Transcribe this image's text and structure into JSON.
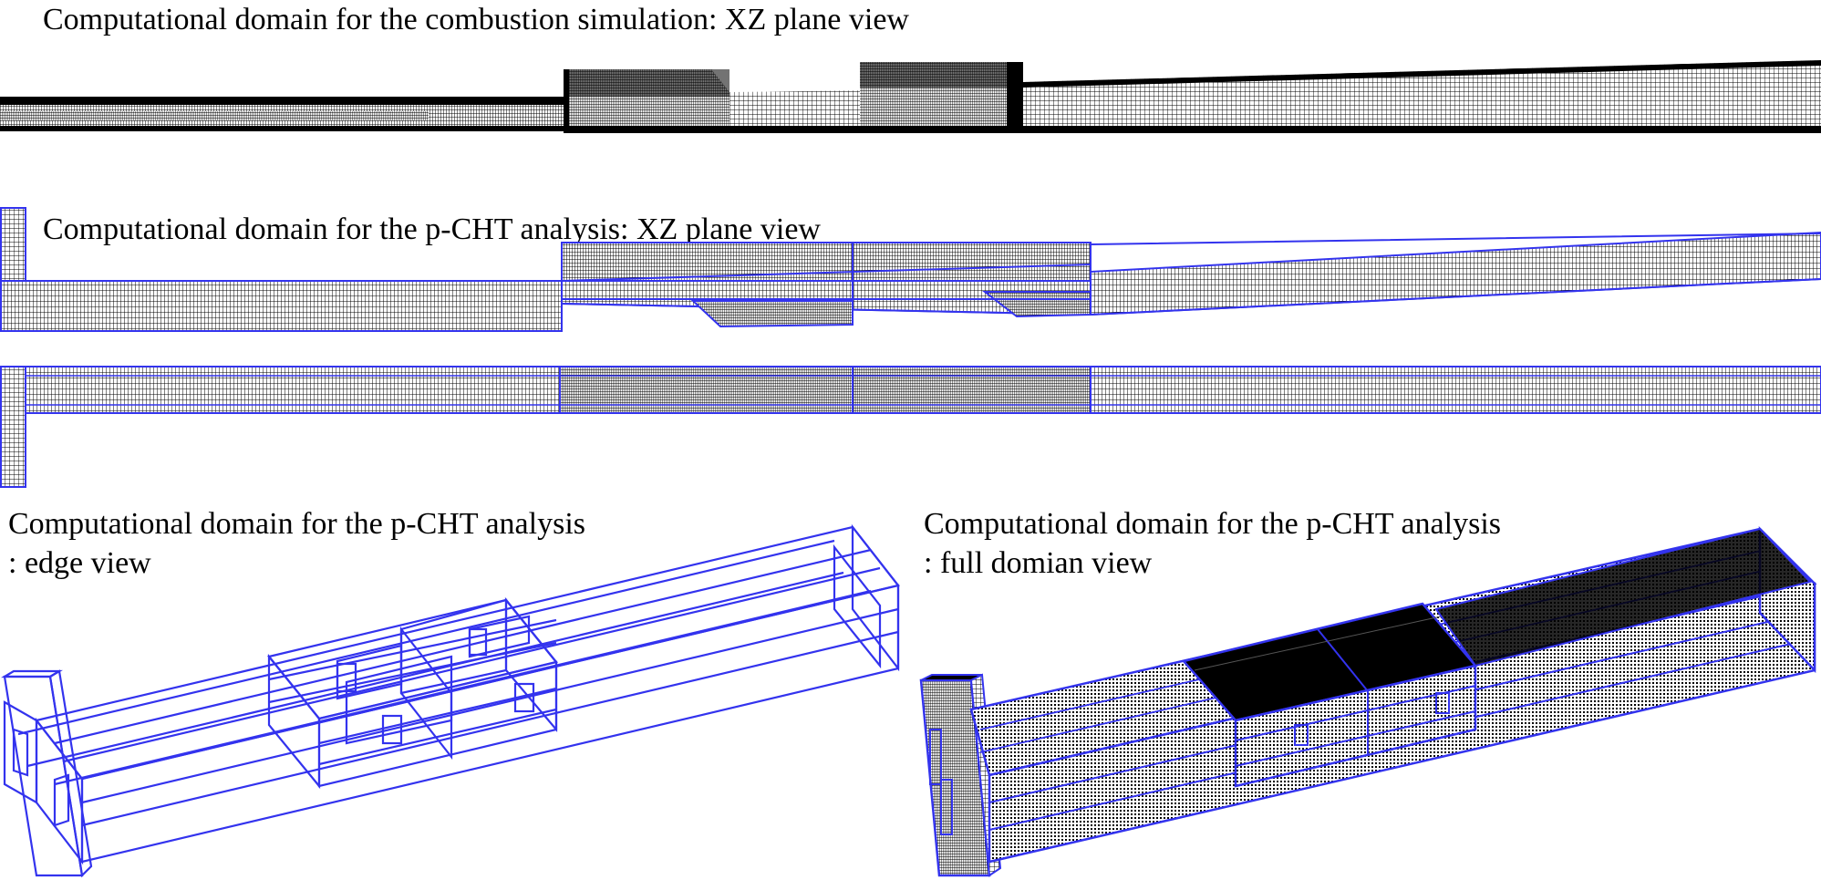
{
  "panels": {
    "combustion": {
      "title": "Computational domain for the combustion simulation: XZ plane view"
    },
    "pcht_xz": {
      "title": "Computational domain for the p-CHT analysis: XZ plane view"
    },
    "edge": {
      "title_line1": "Computational domain for the p-CHT analysis",
      "title_line2": ": edge view"
    },
    "full": {
      "title_line1": "Computational domain for the p-CHT analysis",
      "title_line2": ": full domian view"
    }
  },
  "colors": {
    "mesh": "#000000",
    "block_edge": "#3333ee",
    "background": "#ffffff"
  }
}
